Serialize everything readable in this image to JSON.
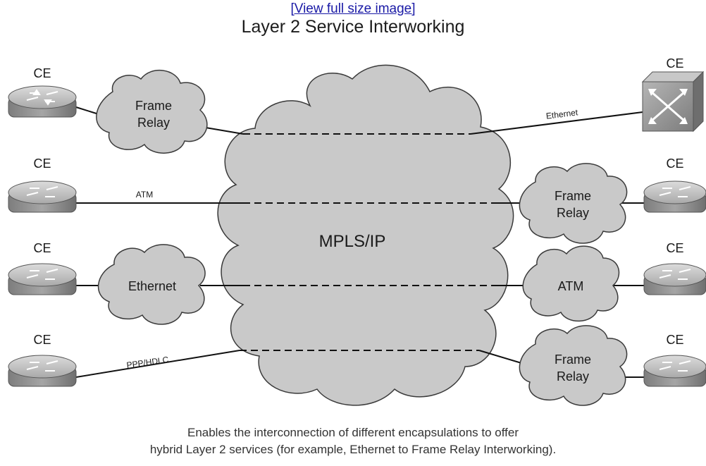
{
  "header": {
    "view_link": "[View full size image]",
    "title": "Layer 2 Service Interworking"
  },
  "core": {
    "label": "MPLS/IP"
  },
  "left_sites": [
    {
      "ce": "CE",
      "device": "router",
      "access": "Frame Relay",
      "access_type": "cloud"
    },
    {
      "ce": "CE",
      "device": "router",
      "access": "ATM",
      "access_type": "line"
    },
    {
      "ce": "CE",
      "device": "router",
      "access": "Ethernet",
      "access_type": "cloud"
    },
    {
      "ce": "CE",
      "device": "router",
      "access": "PPP/HDLC",
      "access_type": "line"
    }
  ],
  "right_sites": [
    {
      "ce": "CE",
      "device": "switch",
      "access": "Ethernet",
      "access_type": "line"
    },
    {
      "ce": "CE",
      "device": "router",
      "access": "Frame Relay",
      "access_type": "cloud"
    },
    {
      "ce": "CE",
      "device": "router",
      "access": "ATM",
      "access_type": "cloud"
    },
    {
      "ce": "CE",
      "device": "router",
      "access": "Frame Relay",
      "access_type": "cloud"
    }
  ],
  "caption": {
    "line1": "Enables the interconnection of different encapsulations to offer",
    "line2": "hybrid Layer 2 services (for example, Ethernet to Frame Relay Interworking)."
  },
  "colors": {
    "cloud_fill": "#c9c9c9",
    "cloud_stroke": "#3a3a3a",
    "router_body": "#9a9a9a",
    "switch_body": "#8d8d8d"
  }
}
